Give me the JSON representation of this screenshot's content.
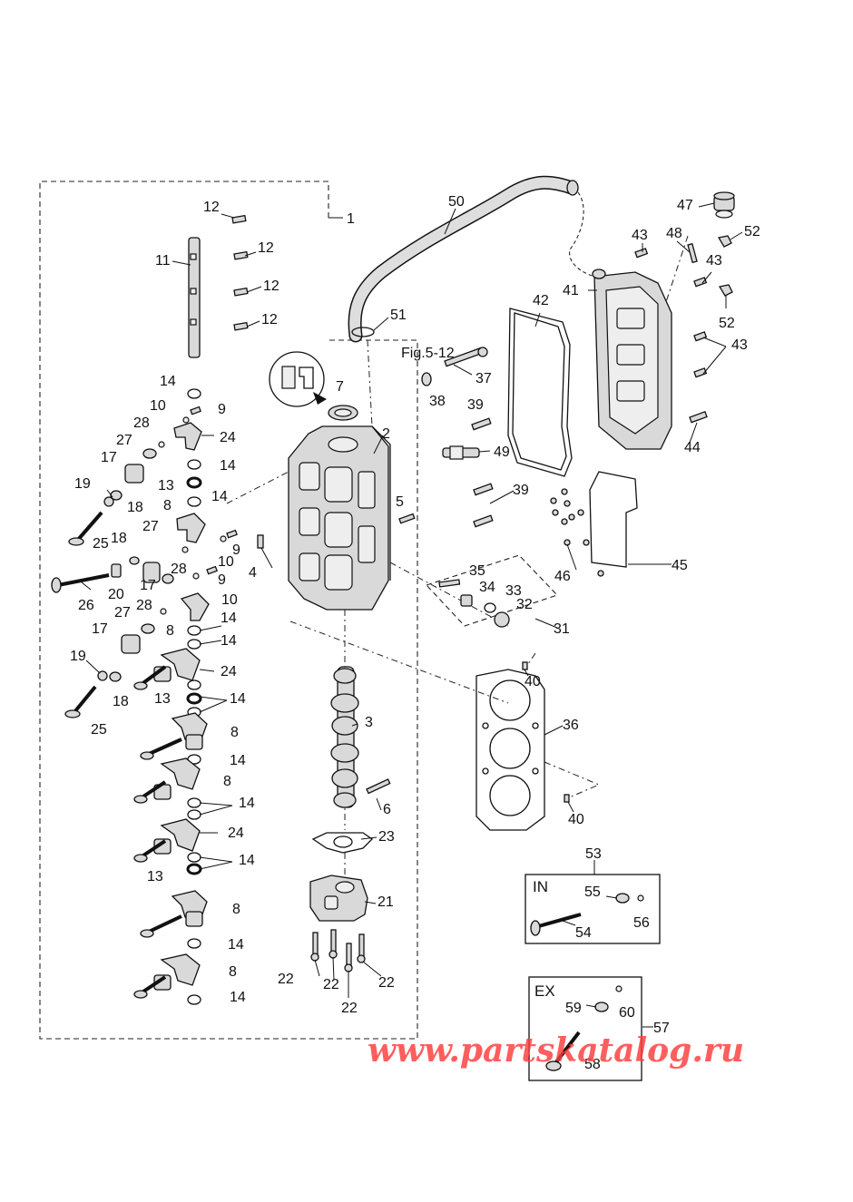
{
  "diagram": {
    "figure_ref": "Fig.5-12",
    "inset_labels": {
      "intake": "IN",
      "exhaust": "EX"
    },
    "watermark": "www.partskatalog.ru",
    "callouts": [
      {
        "id": "c1",
        "text": "1"
      },
      {
        "id": "c2",
        "text": "2"
      },
      {
        "id": "c3",
        "text": "3"
      },
      {
        "id": "c4",
        "text": "4"
      },
      {
        "id": "c5",
        "text": "5"
      },
      {
        "id": "c6",
        "text": "6"
      },
      {
        "id": "c7",
        "text": "7"
      },
      {
        "id": "c8a",
        "text": "8"
      },
      {
        "id": "c8b",
        "text": "8"
      },
      {
        "id": "c8c",
        "text": "8"
      },
      {
        "id": "c8d",
        "text": "8"
      },
      {
        "id": "c8e",
        "text": "8"
      },
      {
        "id": "c8f",
        "text": "8"
      },
      {
        "id": "c9a",
        "text": "9"
      },
      {
        "id": "c9b",
        "text": "9"
      },
      {
        "id": "c9c",
        "text": "9"
      },
      {
        "id": "c10a",
        "text": "10"
      },
      {
        "id": "c10b",
        "text": "10"
      },
      {
        "id": "c10c",
        "text": "10"
      },
      {
        "id": "c11",
        "text": "11"
      },
      {
        "id": "c12a",
        "text": "12"
      },
      {
        "id": "c12b",
        "text": "12"
      },
      {
        "id": "c12c",
        "text": "12"
      },
      {
        "id": "c12d",
        "text": "12"
      },
      {
        "id": "c13a",
        "text": "13"
      },
      {
        "id": "c13b",
        "text": "13"
      },
      {
        "id": "c13c",
        "text": "13"
      },
      {
        "id": "c14a",
        "text": "14"
      },
      {
        "id": "c14b",
        "text": "14"
      },
      {
        "id": "c14c",
        "text": "14"
      },
      {
        "id": "c14d",
        "text": "14"
      },
      {
        "id": "c14e",
        "text": "14"
      },
      {
        "id": "c14f",
        "text": "14"
      },
      {
        "id": "c14g",
        "text": "14"
      },
      {
        "id": "c14h",
        "text": "14"
      },
      {
        "id": "c14i",
        "text": "14"
      },
      {
        "id": "c14j",
        "text": "14"
      },
      {
        "id": "c14k",
        "text": "14"
      },
      {
        "id": "c17a",
        "text": "17"
      },
      {
        "id": "c17b",
        "text": "17"
      },
      {
        "id": "c17c",
        "text": "17"
      },
      {
        "id": "c18a",
        "text": "18"
      },
      {
        "id": "c18b",
        "text": "18"
      },
      {
        "id": "c18c",
        "text": "18"
      },
      {
        "id": "c19a",
        "text": "19"
      },
      {
        "id": "c19b",
        "text": "19"
      },
      {
        "id": "c20",
        "text": "20"
      },
      {
        "id": "c21",
        "text": "21"
      },
      {
        "id": "c22a",
        "text": "22"
      },
      {
        "id": "c22b",
        "text": "22"
      },
      {
        "id": "c22c",
        "text": "22"
      },
      {
        "id": "c22d",
        "text": "22"
      },
      {
        "id": "c23",
        "text": "23"
      },
      {
        "id": "c24a",
        "text": "24"
      },
      {
        "id": "c24b",
        "text": "24"
      },
      {
        "id": "c24c",
        "text": "24"
      },
      {
        "id": "c25a",
        "text": "25"
      },
      {
        "id": "c25b",
        "text": "25"
      },
      {
        "id": "c26",
        "text": "26"
      },
      {
        "id": "c27a",
        "text": "27"
      },
      {
        "id": "c27b",
        "text": "27"
      },
      {
        "id": "c27c",
        "text": "27"
      },
      {
        "id": "c28a",
        "text": "28"
      },
      {
        "id": "c28b",
        "text": "28"
      },
      {
        "id": "c28c",
        "text": "28"
      },
      {
        "id": "c31",
        "text": "31"
      },
      {
        "id": "c32",
        "text": "32"
      },
      {
        "id": "c33",
        "text": "33"
      },
      {
        "id": "c34",
        "text": "34"
      },
      {
        "id": "c35",
        "text": "35"
      },
      {
        "id": "c36",
        "text": "36"
      },
      {
        "id": "c37",
        "text": "37"
      },
      {
        "id": "c38",
        "text": "38"
      },
      {
        "id": "c39a",
        "text": "39"
      },
      {
        "id": "c39b",
        "text": "39"
      },
      {
        "id": "c40a",
        "text": "40"
      },
      {
        "id": "c40b",
        "text": "40"
      },
      {
        "id": "c41",
        "text": "41"
      },
      {
        "id": "c42",
        "text": "42"
      },
      {
        "id": "c43a",
        "text": "43"
      },
      {
        "id": "c43b",
        "text": "43"
      },
      {
        "id": "c43c",
        "text": "43"
      },
      {
        "id": "c44",
        "text": "44"
      },
      {
        "id": "c45",
        "text": "45"
      },
      {
        "id": "c46",
        "text": "46"
      },
      {
        "id": "c47",
        "text": "47"
      },
      {
        "id": "c48",
        "text": "48"
      },
      {
        "id": "c49",
        "text": "49"
      },
      {
        "id": "c50",
        "text": "50"
      },
      {
        "id": "c51",
        "text": "51"
      },
      {
        "id": "c52a",
        "text": "52"
      },
      {
        "id": "c52b",
        "text": "52"
      },
      {
        "id": "c53",
        "text": "53"
      },
      {
        "id": "c54",
        "text": "54"
      },
      {
        "id": "c55",
        "text": "55"
      },
      {
        "id": "c56",
        "text": "56"
      },
      {
        "id": "c57",
        "text": "57"
      },
      {
        "id": "c58",
        "text": "58"
      },
      {
        "id": "c59",
        "text": "59"
      },
      {
        "id": "c60",
        "text": "60"
      }
    ]
  }
}
